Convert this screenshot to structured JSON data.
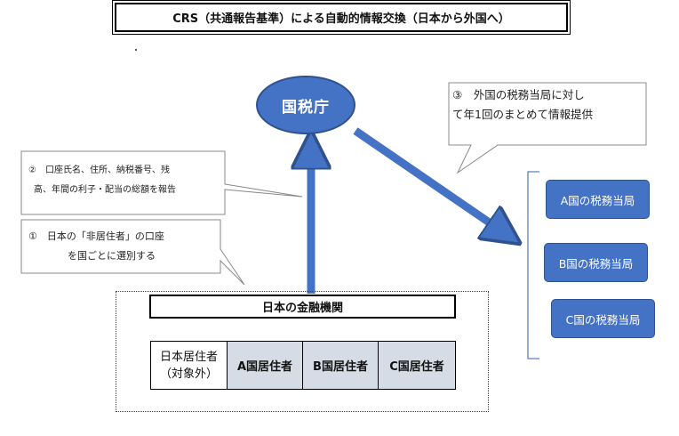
{
  "title": "CRS（共通報告基準）による自動的情報交換（日本から外国へ）",
  "nta_label": "国税庁",
  "callout1": {
    "line1": "①　日本の「非居住者」の口座",
    "line2": "を国ごとに選別する"
  },
  "callout2": {
    "line1": "②　口座氏名、住所、納税番号、残",
    "line2": "高、年間の利子・配当の総額を報告"
  },
  "callout3": {
    "line1": "③　外国の税務当局に対し",
    "line2": "て年1回のまとめて情報提供"
  },
  "authorities": [
    "A国の税務当局",
    "B国の税務当局",
    "C国の税務当局"
  ],
  "institution": {
    "title": "日本の金融機関",
    "residents": [
      {
        "line1": "日本居住者",
        "line2": "（対象外）"
      },
      {
        "line1": "A国居住者",
        "line2": ""
      },
      {
        "line1": "B国居住者",
        "line2": ""
      },
      {
        "line1": "C国居住者",
        "line2": ""
      }
    ]
  },
  "colors": {
    "accent": "#4472c4",
    "accent_border": "#2f528f",
    "cell_grey": "#d6dce5"
  }
}
